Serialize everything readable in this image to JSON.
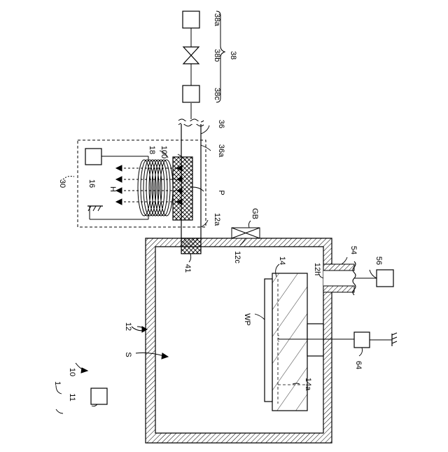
{
  "labels": {
    "l_38a": "38a",
    "l_38b": "38b",
    "l_38c": "38c",
    "l_38": "38",
    "l_36": "36",
    "l_36a": "36a",
    "l_30": "30",
    "l_16": "16",
    "l_18": "18",
    "l_100": "100",
    "l_H": "H",
    "l_P": "P",
    "l_GB": "GB",
    "l_12a": "12a",
    "l_41": "41",
    "l_12c": "12c",
    "l_14": "14",
    "l_12h": "12h",
    "l_54": "54",
    "l_56": "56",
    "l_12": "12",
    "l_WP": "WP",
    "l_S": "S",
    "l_64": "64",
    "l_14a": "14a",
    "l_1": "1",
    "l_10": "10",
    "l_11": "11"
  },
  "colors": {
    "line": "#000000",
    "background": "#ffffff"
  }
}
